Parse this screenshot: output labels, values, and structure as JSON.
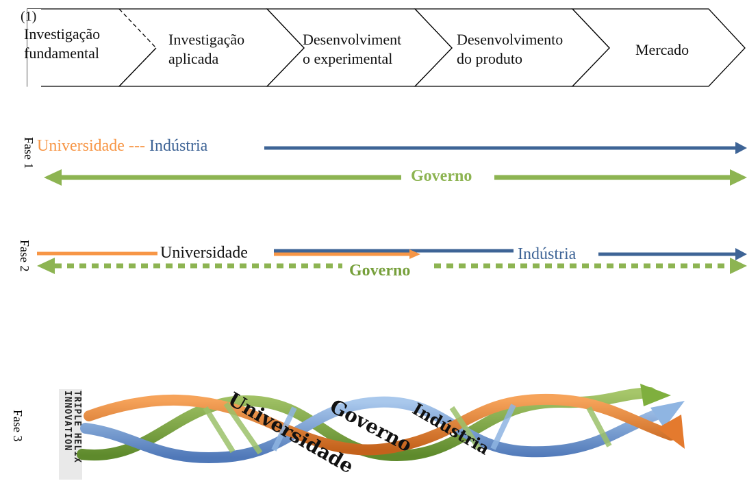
{
  "stage_marker": "(1)",
  "stages": [
    {
      "line1": "Investigação",
      "line2": "fundamental"
    },
    {
      "line1": "Investigação",
      "line2": "aplicada"
    },
    {
      "line1": "Desenvolviment",
      "line2": "o experimental"
    },
    {
      "line1": "Desenvolvimento",
      "line2": "do produto"
    },
    {
      "line1": "Mercado",
      "line2": ""
    }
  ],
  "phases": {
    "fase1": {
      "label": "Fase 1",
      "university": "Universidade",
      "separator": "---",
      "industry": "Indústria",
      "government": "Governo"
    },
    "fase2": {
      "label": "Fase 2",
      "university": "Universidade",
      "industry": "Indústria",
      "government": "Governo"
    },
    "fase3": {
      "label": "Fase 3",
      "logo_line1": "TRIPLE HELIX",
      "logo_line2": "INNOVATION",
      "university": "Universidade",
      "government": "Governo",
      "industry": "Indústria"
    }
  },
  "colors": {
    "university": "#F79646",
    "industry": "#3E6496",
    "government": "#8DB452",
    "government_dark": "#77A03C",
    "helix_blue": "#7FA7D8"
  }
}
